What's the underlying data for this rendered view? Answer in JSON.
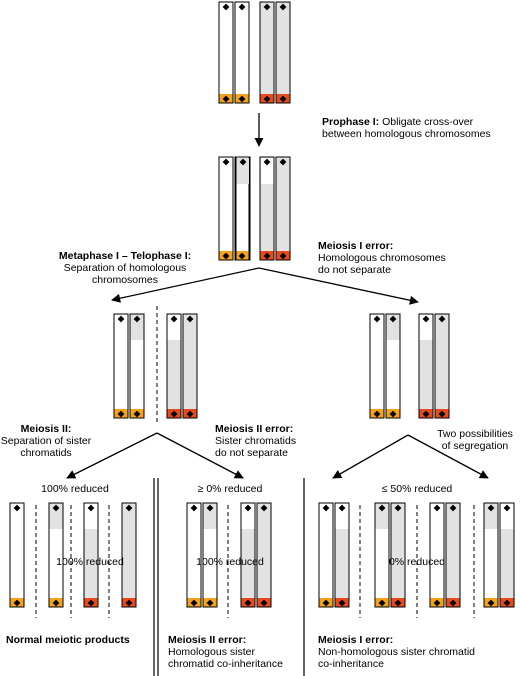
{
  "colors": {
    "chromatid_fill": "#ffffff",
    "chromatid_gray": "#e2e2e2",
    "outline": "#000000",
    "band_orange": "#f5a21a",
    "band_red": "#e84a1e"
  },
  "stages": {
    "prophase_title": "Prophase I:",
    "prophase_text1": "Obligate cross-over",
    "prophase_text2": "between homologous chromosomes",
    "metaphase_title": "Metaphase I – Telophase I:",
    "metaphase_text1": "Separation of homologous",
    "metaphase_text2": "chromosomes",
    "meiosis1_error_title": "Meiosis I error:",
    "meiosis1_error_text1": "Homologous chromosomes",
    "meiosis1_error_text2": "do not separate",
    "meiosis2_title": "Meiosis II:",
    "meiosis2_text1": "Separation of sister",
    "meiosis2_text2": "chromatids",
    "meiosis2_error_title": "Meiosis II error:",
    "meiosis2_error_text1": "Sister chromatids",
    "meiosis2_error_text2": "do not separate",
    "two_possibilities1": "Two possibilities",
    "two_possibilities2": "of segregation"
  },
  "reductions": {
    "r1": "100% reduced",
    "r2": "100% reduced",
    "r3": "≥ 0% reduced",
    "r4": "100% reduced",
    "r5": "≤ 50% reduced",
    "r6": "0% reduced"
  },
  "outcomes": {
    "normal": "Normal meiotic products",
    "m2_error_title": "Meiosis II error:",
    "m2_error_text1": "Homologous sister",
    "m2_error_text2": "chromatid co-inheritance",
    "m1_error_title": "Meiosis I error:",
    "m1_error_text1": "Non-homologous sister chromatid",
    "m1_error_text2": "co-inheritance"
  }
}
